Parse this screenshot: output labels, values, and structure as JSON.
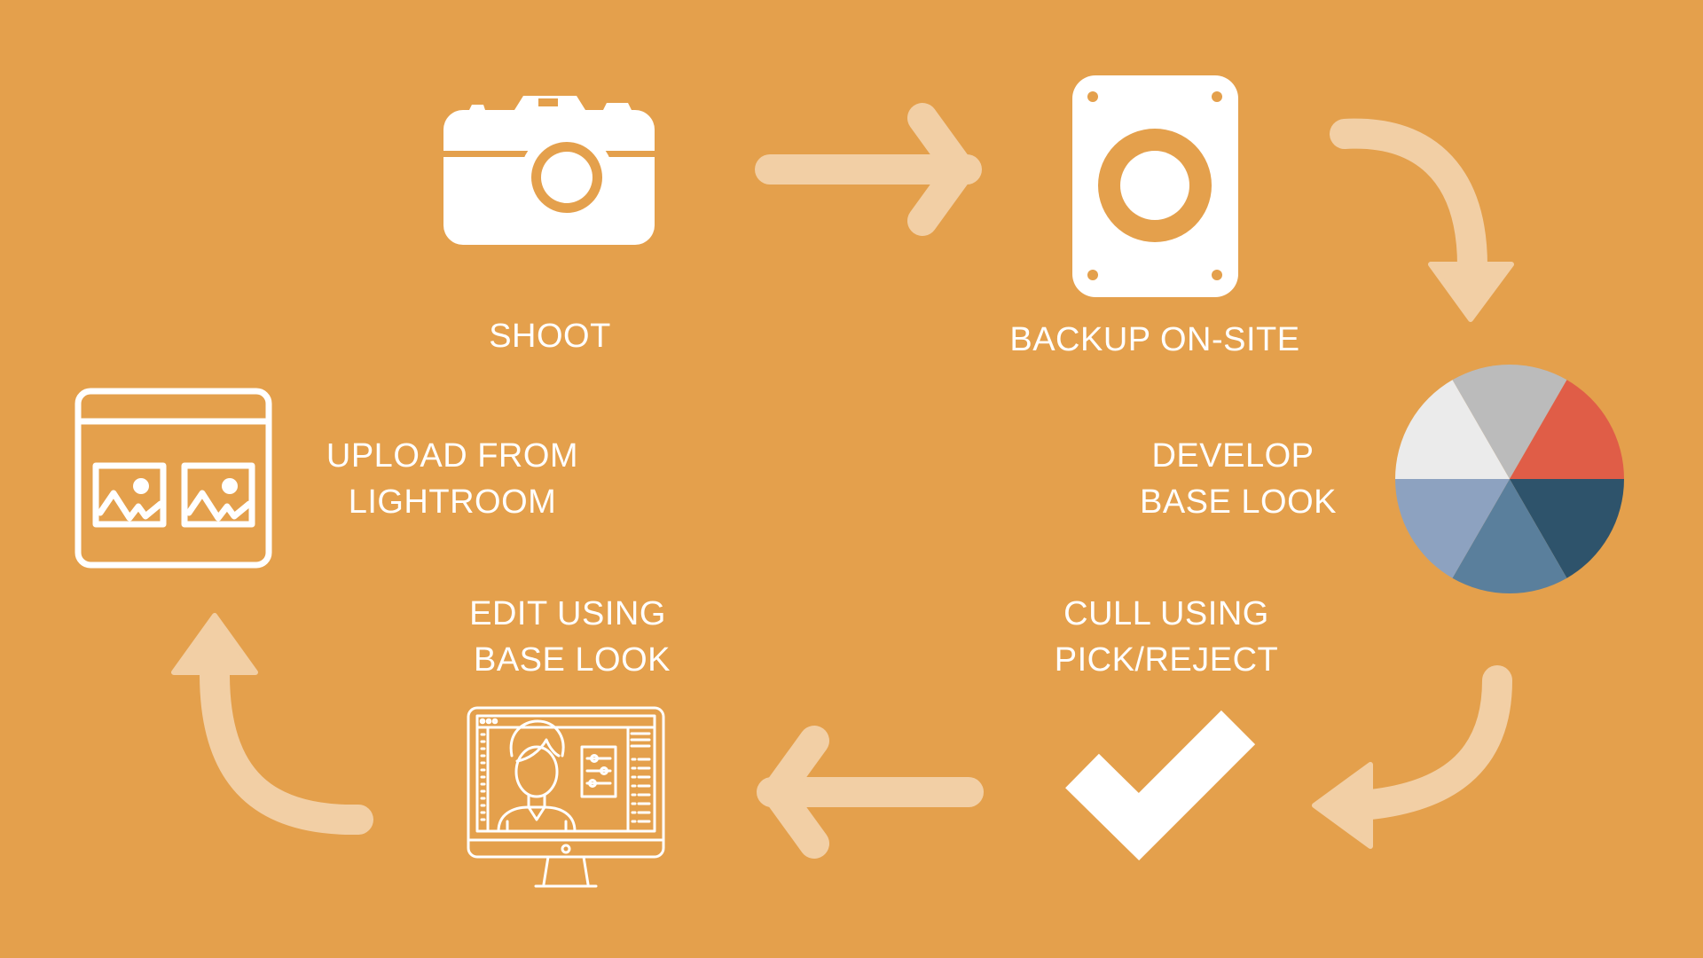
{
  "colors": {
    "background": "#E4A04C",
    "icon": "#FFFFFF",
    "arrow": "#F2CFA5",
    "wheel": [
      "#BBBBBB",
      "#E05D47",
      "#2E536B",
      "#5A7F9C",
      "#8DA2C0",
      "#EBEBEB"
    ]
  },
  "steps": {
    "shoot": {
      "label": "SHOOT",
      "icon": "camera-icon"
    },
    "backup": {
      "label": "BACKUP ON-SITE",
      "icon": "hard-drive-icon"
    },
    "develop": {
      "line1": "DEVELOP",
      "line2": "BASE LOOK",
      "icon": "color-wheel-icon"
    },
    "cull": {
      "line1": "CULL USING",
      "line2": "PICK/REJECT",
      "icon": "checkmark-icon"
    },
    "edit": {
      "line1": "EDIT USING",
      "line2": "BASE LOOK",
      "icon": "monitor-editing-icon"
    },
    "upload": {
      "line1": "UPLOAD FROM",
      "line2": "LIGHTROOM",
      "icon": "photo-gallery-icon"
    }
  }
}
